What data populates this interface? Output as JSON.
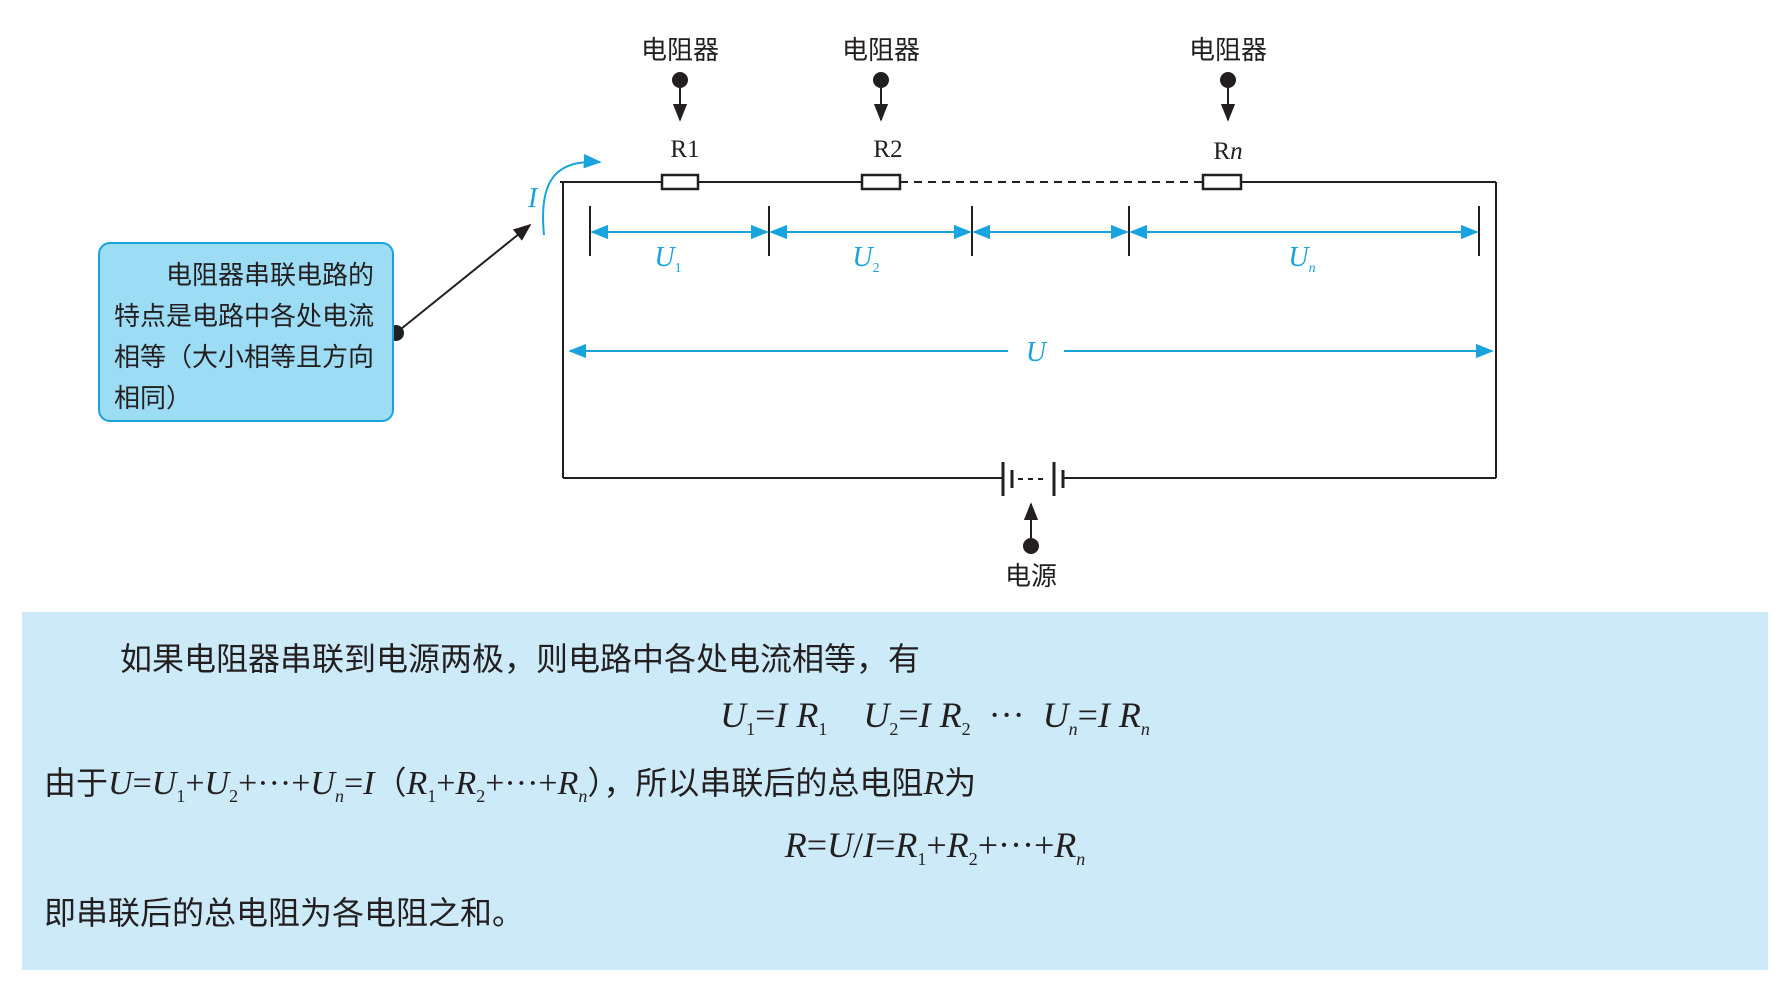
{
  "diagram": {
    "resistor_label": "电阻器",
    "r1": "R1",
    "r2": "R2",
    "rn": "Rn",
    "current": "I",
    "u1": "U1",
    "u2": "U2",
    "un": "Un",
    "u_total": "U",
    "source_label": "电源"
  },
  "callout": {
    "text": "电阻器串联电路的特点是电路中各处电流相等（大小相等且方向相同）"
  },
  "explanation": {
    "line1": "如果电阻器串联到电源两极，则电路中各处电流相等，有",
    "formula1": "U1=I R1   U2=I R2  ··· Un=I Rn",
    "line2": "由于U=U1+U2+···+Un=I（R1+R2+···+Rn），所以串联后的总电阻R为",
    "formula2": "R=U/I=R1+R2+···+Rn",
    "line3": "即串联后的总电阻为各电阻之和。"
  },
  "colors": {
    "accent_blue": "#19a3dd",
    "callout_fill": "#9ddcf5",
    "panel_fill": "#cdeaf8",
    "ink": "#231f20"
  }
}
